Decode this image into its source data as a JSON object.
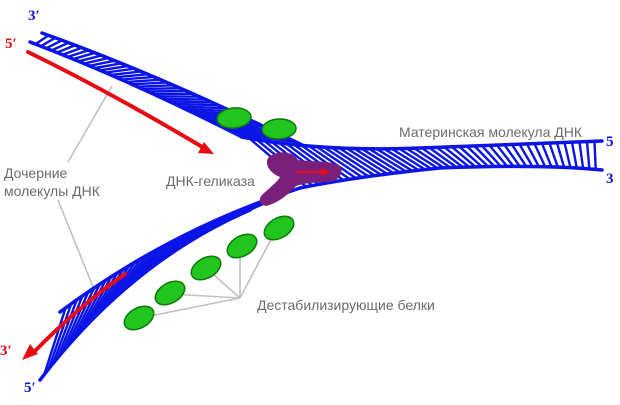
{
  "diagram": {
    "labels": {
      "parent_molecule": "Материнская молекула ДНК",
      "helicase": "ДНК-геликаза",
      "daughter_line1": "Дочерние",
      "daughter_line2": "молекулы ДНК",
      "destabilizing": "Дестабилизирующие белки"
    },
    "ends": {
      "upper_3": "3′",
      "upper_5": "5′",
      "right_5": "5",
      "right_3": "3",
      "lower_3": "3′",
      "lower_5": "5′"
    },
    "colors": {
      "dna_strand": "#0a14e6",
      "new_strand": "#e60a14",
      "protein": "#22c41e",
      "protein_edge": "#0a7a0a",
      "helicase": "#7a1f7a",
      "pointer_line": "#c0c0c0",
      "label_text": "#6b6b6b"
    }
  }
}
